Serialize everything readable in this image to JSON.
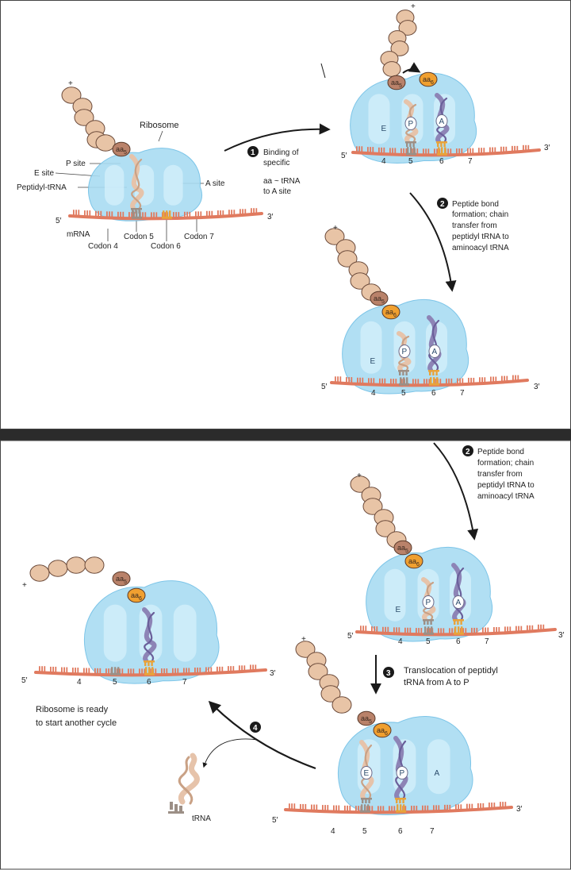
{
  "panel_top": {
    "scene1": {
      "ribosome_label": "Ribosome",
      "p_site_label": "P site",
      "e_site_label": "E site",
      "peptidyl_trna_label": "Peptidyl-tRNA",
      "a_site_label": "A site",
      "mrna_label": "mRNA",
      "codon4_label": "Codon 4",
      "codon5_label": "Codon 5",
      "codon6_label": "Codon 6",
      "codon7_label": "Codon 7",
      "five_prime": "5′",
      "three_prime": "3′",
      "aa5": "aa",
      "aa5_sub": "5",
      "plus": "+"
    },
    "step1": {
      "number": "1",
      "lines": [
        "Binding of",
        "specific",
        "aa ~ tRNA",
        "to A site"
      ]
    },
    "scene2": {
      "e": "E",
      "p": "P",
      "a": "A",
      "codons": [
        "4",
        "5",
        "6",
        "7"
      ],
      "five_prime": "5′",
      "three_prime": "3′",
      "aa5": "aa",
      "aa5_sub": "5",
      "aa6": "aa",
      "aa6_sub": "6",
      "plus": "+"
    },
    "step2": {
      "number": "2",
      "lines": [
        "Peptide bond",
        "formation; chain",
        "transfer from",
        "peptidyl tRNA to",
        "aminoacyl tRNA"
      ]
    },
    "scene3": {
      "e": "E",
      "p": "P",
      "a": "A",
      "codons": [
        "4",
        "5",
        "6",
        "7"
      ],
      "five_prime": "5′",
      "three_prime": "3′",
      "aa5": "aa",
      "aa5_sub": "5",
      "aa6": "aa",
      "aa6_sub": "6",
      "plus": "+"
    }
  },
  "panel_bottom": {
    "step2": {
      "number": "2",
      "lines": [
        "Peptide bond",
        "formation; chain",
        "transfer from",
        "peptidyl tRNA to",
        "aminoacyl tRNA"
      ]
    },
    "scene_top_right": {
      "e": "E",
      "p": "P",
      "a": "A",
      "codons": [
        "4",
        "5",
        "6",
        "7"
      ],
      "five_prime": "5′",
      "three_prime": "3′",
      "aa5": "aa",
      "aa5_sub": "5",
      "aa6": "aa",
      "aa6_sub": "6",
      "plus": "+"
    },
    "step3": {
      "number": "3",
      "lines": [
        "Translocation of peptidyl",
        "tRNA from A to P"
      ]
    },
    "scene_translocated": {
      "e": "E",
      "p": "P",
      "a": "A",
      "codons": [
        "4",
        "5",
        "6",
        "7"
      ],
      "five_prime": "5′",
      "three_prime": "3′",
      "aa5": "aa",
      "aa5_sub": "5",
      "aa6": "aa",
      "aa6_sub": "6",
      "plus": "+"
    },
    "step4": {
      "number": "4"
    },
    "trna_label": "tRNA",
    "scene_ready": {
      "codons": [
        "4",
        "5",
        "6",
        "7"
      ],
      "five_prime": "5′",
      "three_prime": "3′",
      "aa5": "aa",
      "aa5_sub": "5",
      "aa6": "aa",
      "aa6_sub": "6",
      "plus": "+"
    },
    "ready_lines": [
      "Ribosome is ready",
      "to start another cycle"
    ]
  },
  "colors": {
    "ribosome": "#a9dcf2",
    "ribosome_edge": "#6fbfe6",
    "mrna": "#e07a5f",
    "bead": "#e8c4a6",
    "bead_edge": "#6b4a3a",
    "aa5": "#b9826a",
    "aa6": "#f0a030",
    "trna_peptidyl": "#e6c3aa",
    "trna_aminoacyl": "#8d84b6",
    "codon_grey": "#9c8f86",
    "codon_orange": "#e8a33a",
    "step_circle": "#1a1a1a",
    "divider": "#2b2b2b"
  }
}
